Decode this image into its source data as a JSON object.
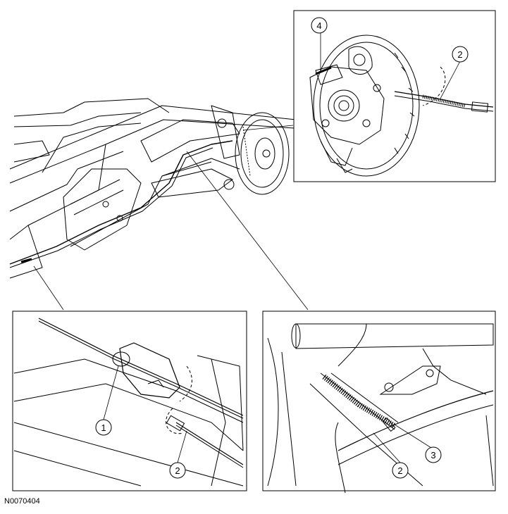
{
  "figure_id": "N0070404",
  "callouts": {
    "top_right_a": "4",
    "top_right_b": "2",
    "bottom_left_a": "1",
    "bottom_left_b": "2",
    "bottom_right_a": "2",
    "bottom_right_b": "3"
  },
  "colors": {
    "line": "#000000",
    "background": "#ffffff",
    "detail": "#555555"
  }
}
